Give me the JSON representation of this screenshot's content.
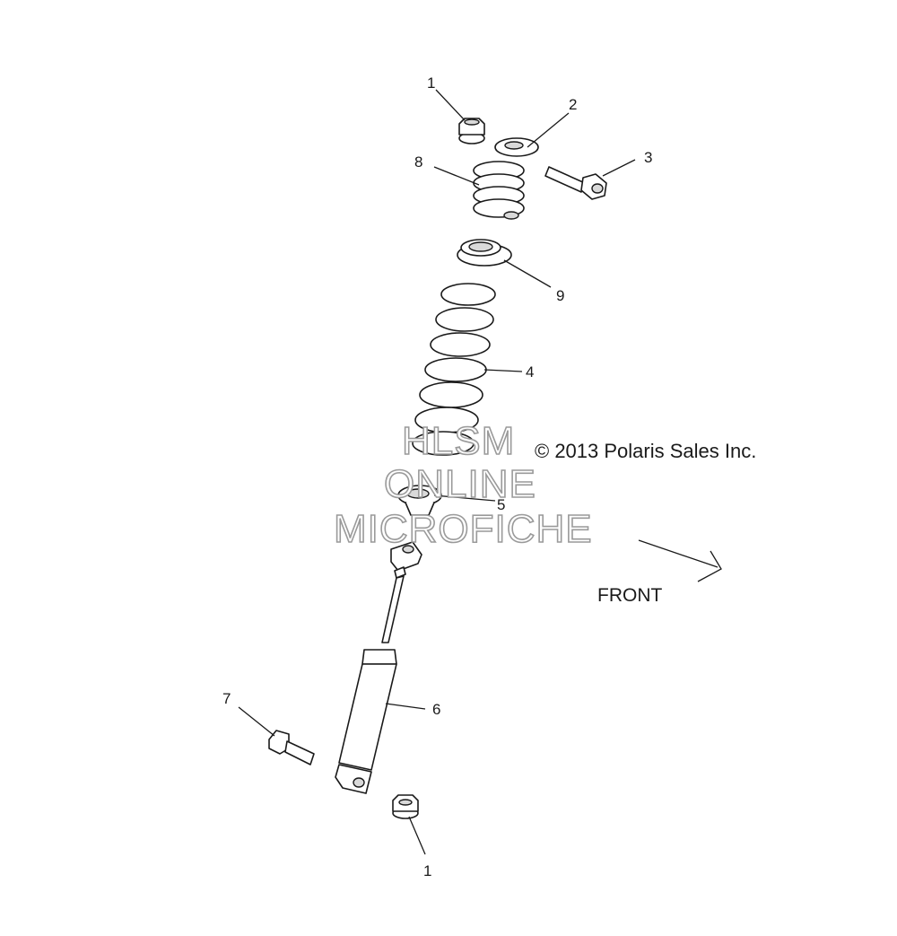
{
  "callouts": [
    {
      "id": "c1a",
      "label": "1"
    },
    {
      "id": "c2",
      "label": "2"
    },
    {
      "id": "c3",
      "label": "3"
    },
    {
      "id": "c8",
      "label": "8"
    },
    {
      "id": "c9",
      "label": "9"
    },
    {
      "id": "c4",
      "label": "4"
    },
    {
      "id": "c5",
      "label": "5"
    },
    {
      "id": "c6",
      "label": "6"
    },
    {
      "id": "c7",
      "label": "7"
    },
    {
      "id": "c1b",
      "label": "1"
    }
  ],
  "copyright": "© 2013 Polaris Sales Inc.",
  "direction_label": "FRONT",
  "watermark": [
    "HLSM",
    "ONLINE",
    "MICROFICHE"
  ],
  "colors": {
    "line": "#1a1a1a",
    "watermark_stroke": "#9a9a9a"
  }
}
